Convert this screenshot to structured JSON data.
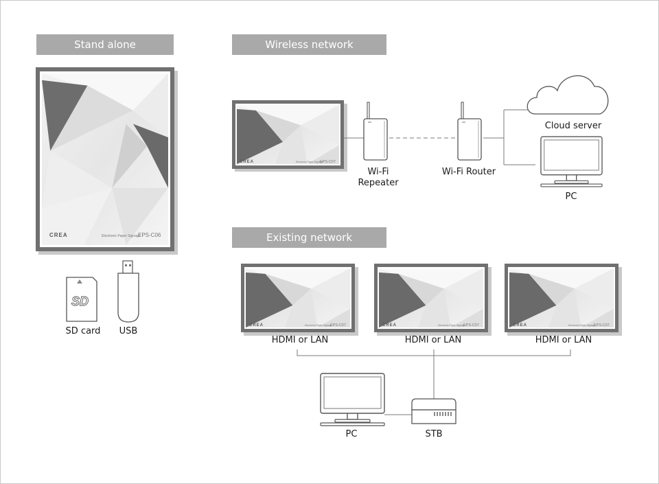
{
  "headers": {
    "stand_alone": "Stand alone",
    "wireless": "Wireless network",
    "existing": "Existing network"
  },
  "labels": {
    "sd_card": "SD card",
    "usb": "USB",
    "wifi_repeater_line1": "Wi-Fi",
    "wifi_repeater_line2": "Repeater",
    "wifi_router": "Wi-Fi Router",
    "cloud_server": "Cloud server",
    "pc_wireless": "PC",
    "hdmi_lan": "HDMI or LAN",
    "pc_existing": "PC",
    "stb": "STB"
  },
  "signage": {
    "brand": "CREA",
    "product_caption": "Electronic Paper Signage",
    "model_portrait": "EPS-C06",
    "model_landscape": "EPS-C07"
  },
  "sd_card_logo": "SD",
  "colors": {
    "header_bg": "#a9a9a9",
    "bezel": "#6e6e6e",
    "line": "#7a7a7a",
    "triangle_dark": "#6a6a6a"
  },
  "icons": {
    "cloud": "cloud-icon",
    "pc": "monitor-icon",
    "router": "router-icon",
    "repeater": "repeater-icon",
    "stb": "set-top-box-icon",
    "sd": "sd-card-icon",
    "usb": "usb-drive-icon"
  }
}
